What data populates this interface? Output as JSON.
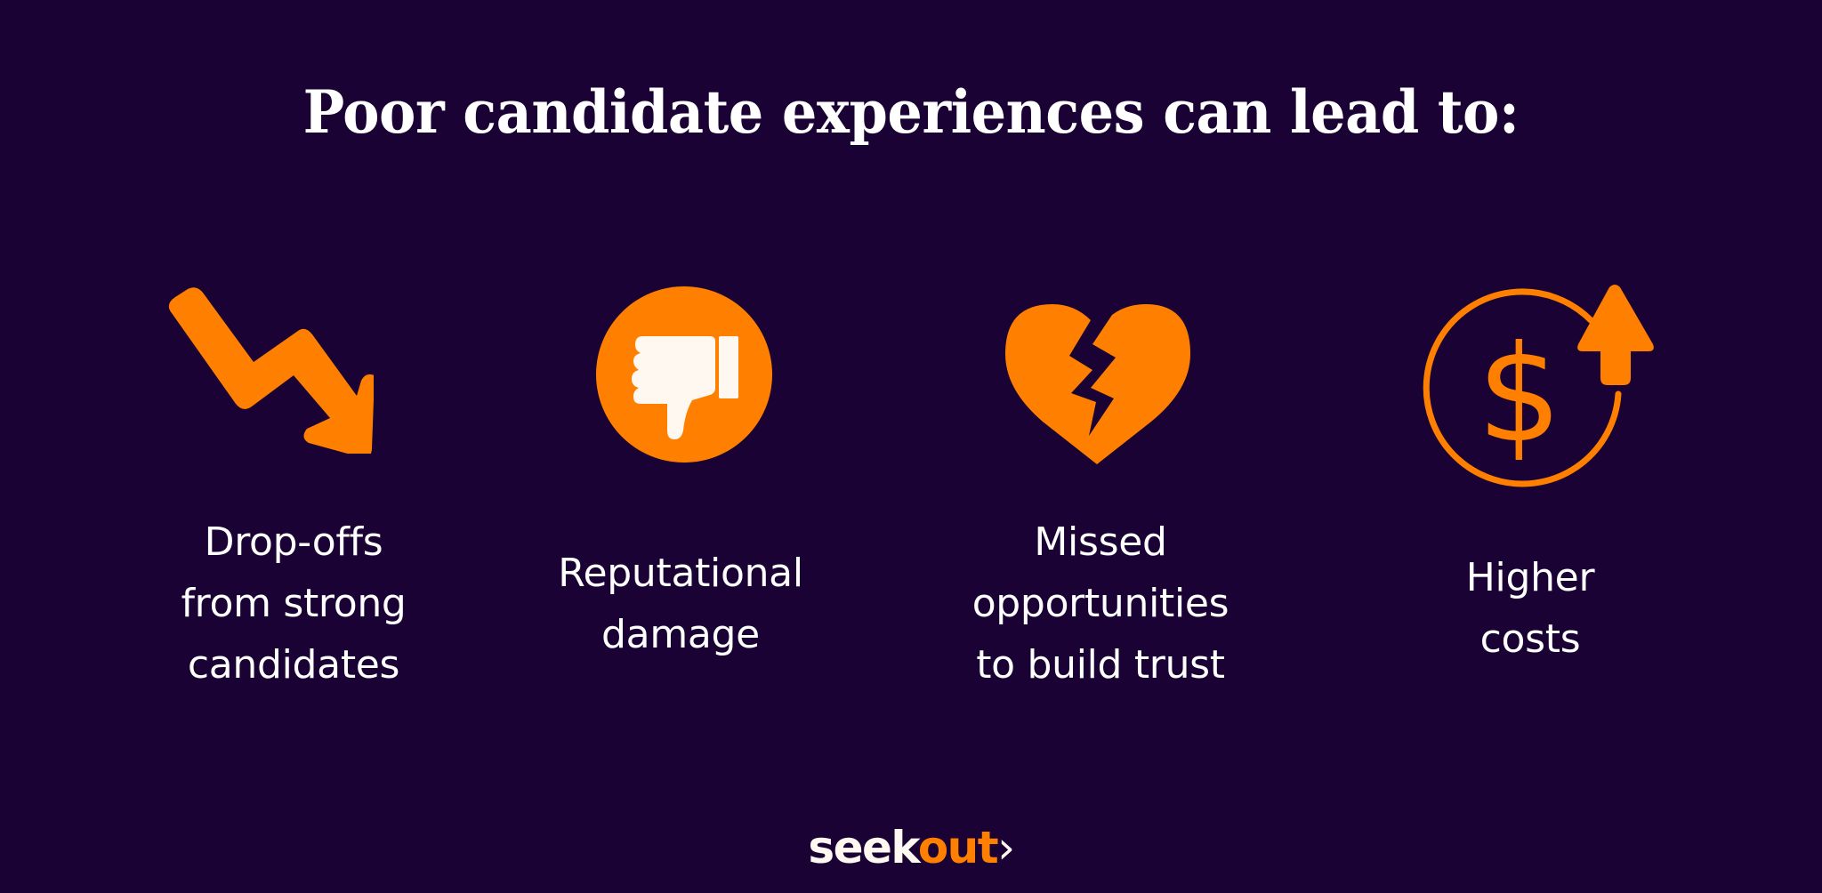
{
  "title": "Poor candidate experiences can lead to:",
  "colors": {
    "background": "#1a0234",
    "accent": "#ff8000",
    "text": "#ffffff",
    "icon_inner": "#fff8f0"
  },
  "items": [
    {
      "icon": "trending-down-arrow-icon",
      "label": "Drop-offs\nfrom strong\ncandidates"
    },
    {
      "icon": "thumbs-down-icon",
      "label": "Reputational\ndamage"
    },
    {
      "icon": "broken-heart-icon",
      "label": "Missed\nopportunities\nto build trust"
    },
    {
      "icon": "dollar-up-arrow-icon",
      "label": "Higher\ncosts"
    }
  ],
  "logo": {
    "part1": "seek",
    "part2": "out",
    "suffix": "›"
  }
}
